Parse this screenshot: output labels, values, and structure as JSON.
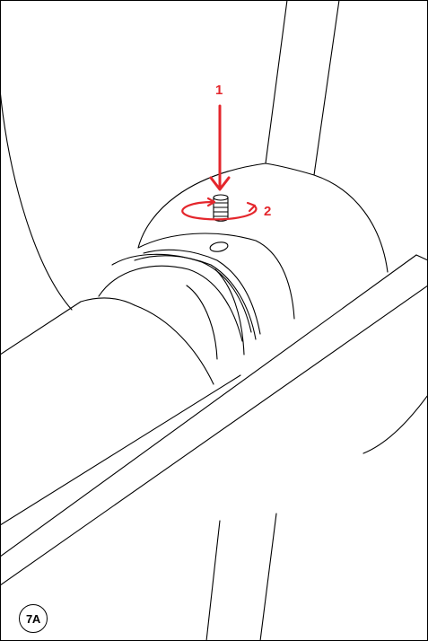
{
  "figure": {
    "badge_label": "7A"
  },
  "steps": {
    "step_1_label": "1",
    "step_2_label": "2"
  },
  "colors": {
    "annotation": "#e4262c",
    "linework": "#000000",
    "background": "#ffffff"
  },
  "icons": {
    "push_arrow": "arrow-down-icon",
    "rotate_arrow": "rotate-clockwise-icon",
    "screw": "set-screw-icon"
  }
}
